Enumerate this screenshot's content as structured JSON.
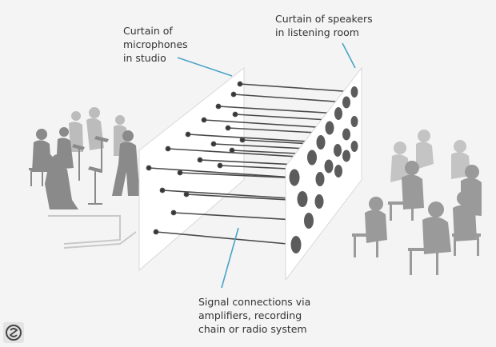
{
  "labels": {
    "microphones": [
      "Curtain of",
      "microphones",
      "in studio"
    ],
    "speakers": [
      "Curtain of speakers",
      "in listening room"
    ],
    "signal": [
      "Signal connections via",
      "amplifiers, recording",
      "chain or radio system"
    ]
  },
  "colors": {
    "background": "#f4f4f4",
    "text": "#333333",
    "leader_line": "#4aa3c8",
    "wire": "#4a4a4a",
    "speaker": "#5c5c5c",
    "panel": "#ffffff",
    "silhouette": "#8a8a8a"
  },
  "icons": {
    "logo": "sound-on-sound-logo"
  }
}
